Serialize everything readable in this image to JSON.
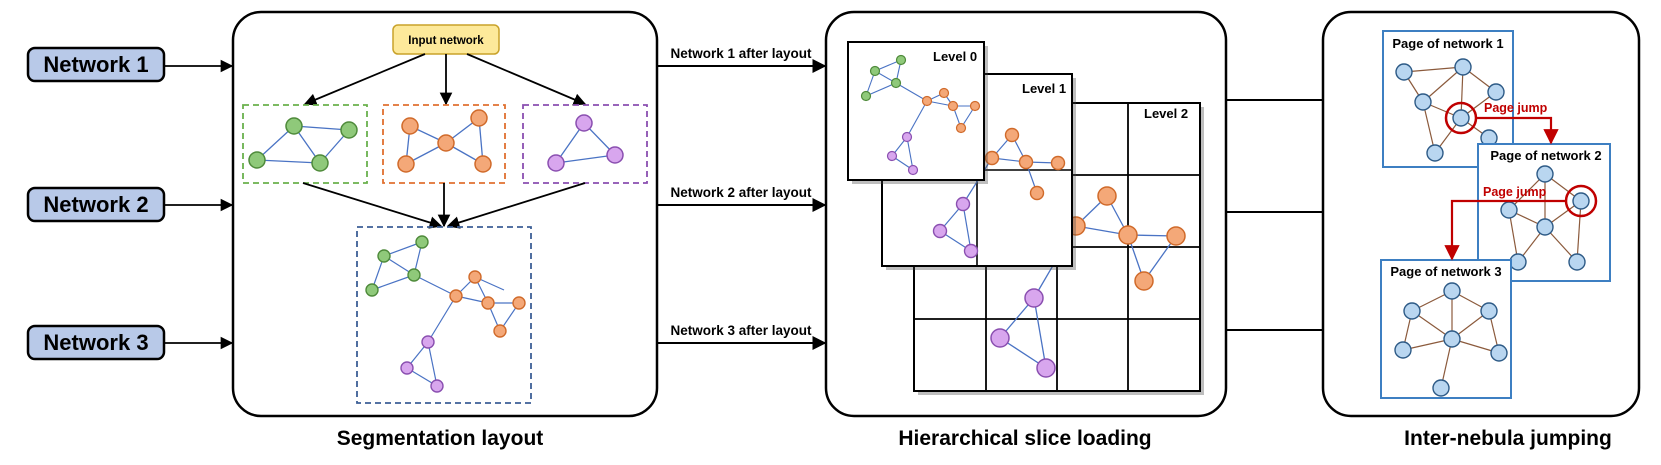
{
  "inputs": [
    "Network 1",
    "Network 2",
    "Network 3"
  ],
  "segmentation": {
    "input_label": "Input network",
    "caption": "Segmentation layout"
  },
  "arrow_labels": [
    "Network 1 after layout",
    "Network 2 after layout",
    "Network 3 after layout"
  ],
  "hierarchy": {
    "levels": [
      "Level 0",
      "Level 1",
      "Level 2"
    ],
    "caption": "Hierarchical slice loading"
  },
  "jumping": {
    "pages": [
      "Page of network 1",
      "Page of network 2",
      "Page of network 3"
    ],
    "jump_label": "Page jump",
    "caption": "Inter-nebula jumping"
  },
  "colors": {
    "input_box": "#b8c9e8",
    "input_label_fill": "#fde99a",
    "green": "#8fc97a",
    "green_stroke": "#4e8a3a",
    "orange": "#f4a878",
    "orange_stroke": "#d06a2a",
    "purple": "#d8a6ee",
    "purple_stroke": "#8a4fb0",
    "blue_node": "#b9d6f0",
    "page_border": "#3d7fc2",
    "jump_red": "#c00000",
    "edge_blue": "#4a73c4",
    "edge_brown": "#8b5a3c"
  }
}
